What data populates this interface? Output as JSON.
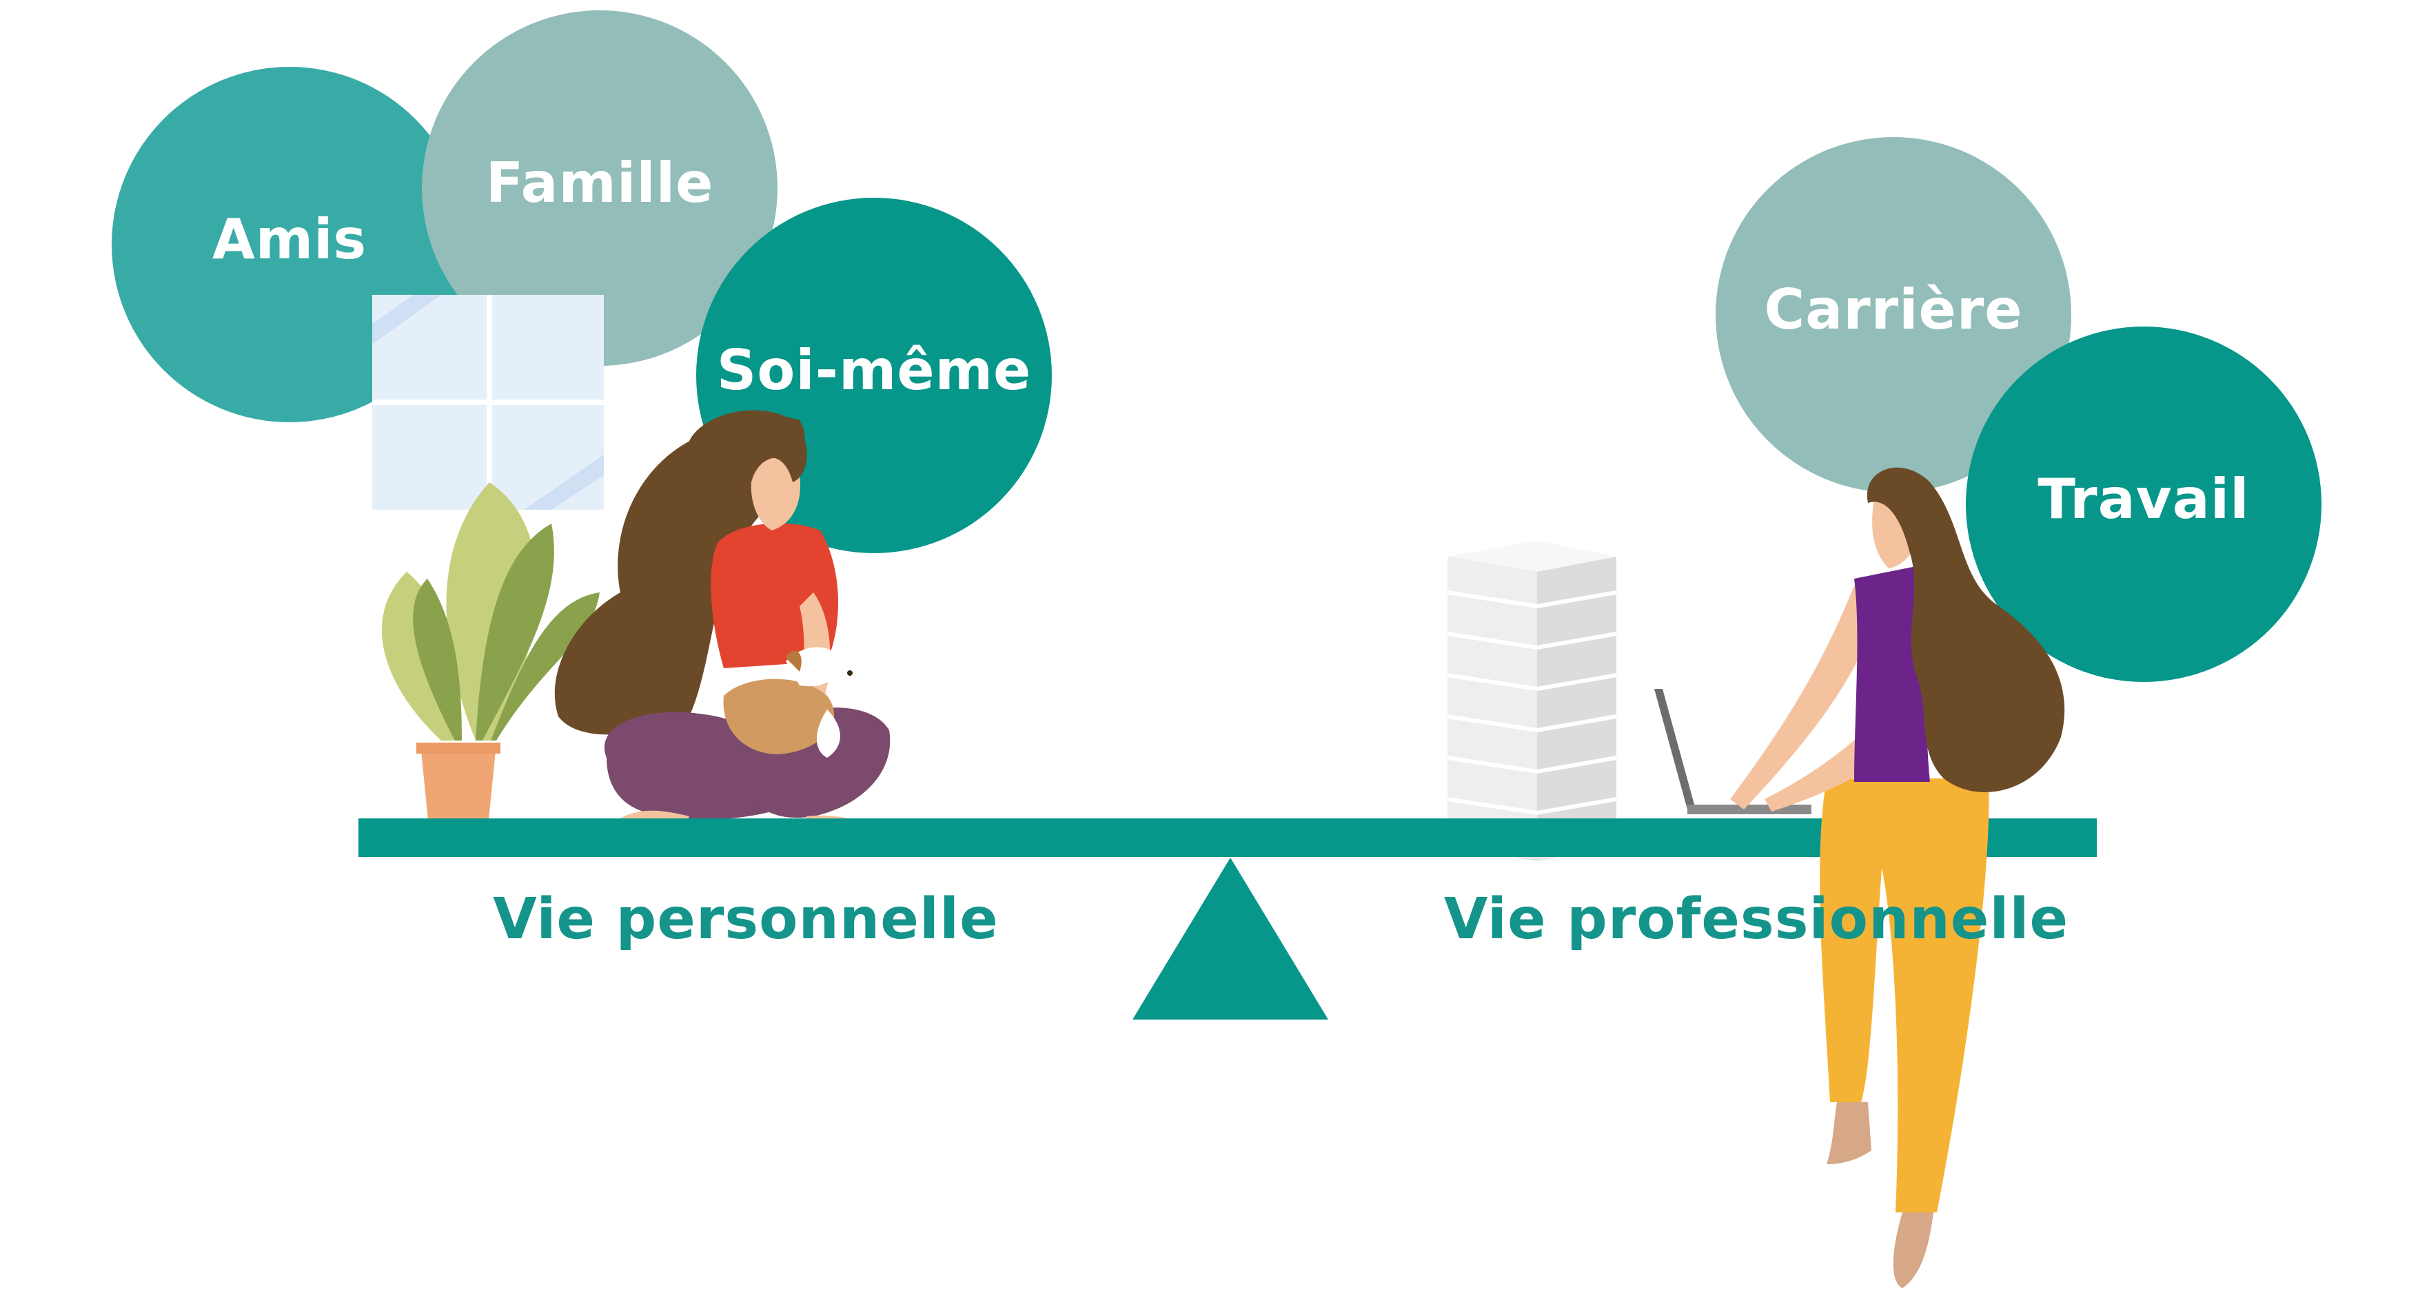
{
  "colors": {
    "teal_dark": "#07968a",
    "teal_mid": "#39aba7",
    "teal_light": "#93bdb9",
    "text_teal": "#14948a"
  },
  "bubbles": {
    "amis": "Amis",
    "famille": "Famille",
    "soi_meme": "Soi-même",
    "carriere": "Carrière",
    "travail": "Travail"
  },
  "labels": {
    "personal": "Vie personnelle",
    "professional": "Vie professionnelle"
  },
  "icons": [
    "window-icon",
    "plant-icon",
    "sitting-woman-with-dog-icon",
    "paper-stack-icon",
    "laptop-icon",
    "standing-woman-icon",
    "fulcrum-icon"
  ]
}
